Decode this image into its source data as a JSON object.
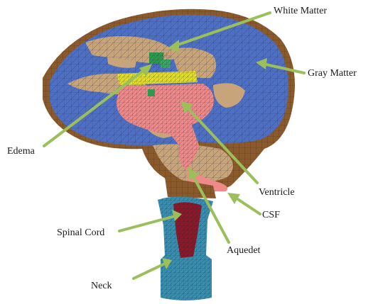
{
  "labels": {
    "white_matter": "White Matter",
    "gray_matter": "Gray Matter",
    "edema": "Edema",
    "ventricle": "Ventricle",
    "csf": "CSF",
    "spinal_cord": "Spinal Cord",
    "aqueduct": "Aquedet",
    "neck": "Neck"
  },
  "colors": {
    "gray_matter": "#4f6fc2",
    "white_matter": "#c8a47a",
    "csf": "#8b5a2b",
    "ventricle": "#f08a8a",
    "edema": "#2f9a4f",
    "yellow_band": "#e2dc2c",
    "spinal_cord": "#8a1a2a",
    "neck": "#3a8fb0",
    "arrow": "#9bbf5a"
  }
}
